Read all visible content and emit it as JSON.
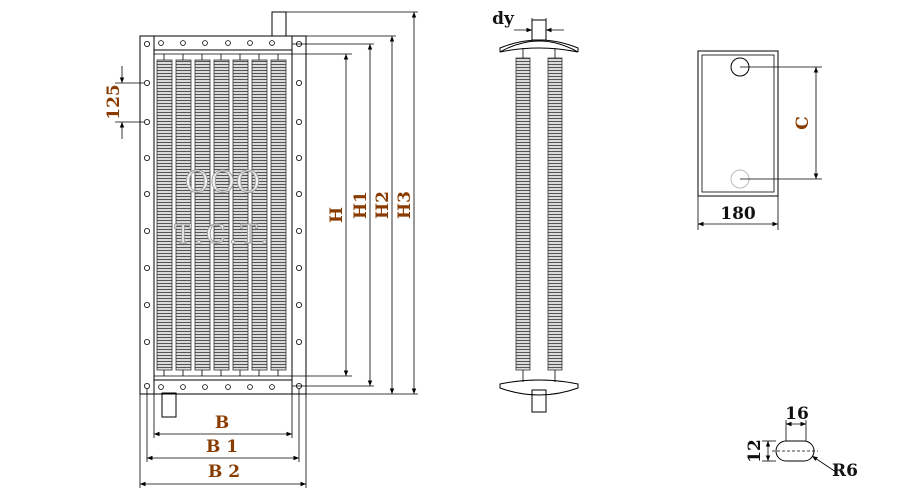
{
  "colors": {
    "dimension_text": "#8a3c00",
    "line": "#000000",
    "fin": "#555555",
    "background": "#ffffff"
  },
  "front_view": {
    "watermark_line1": "ООО",
    "watermark_line2": "Т.С.Т.",
    "dim_125": "125",
    "dim_H": "H",
    "dim_H1": "H1",
    "dim_H2": "H2",
    "dim_H3": "H3",
    "dim_B": "B",
    "dim_B1": "B 1",
    "dim_B2": "B 2"
  },
  "side_view": {
    "dim_dy": "dy"
  },
  "flange_view": {
    "dim_C": "C",
    "dim_180": "180"
  },
  "slot_detail": {
    "dim_16": "16",
    "dim_12": "12",
    "dim_R6": "R6"
  }
}
